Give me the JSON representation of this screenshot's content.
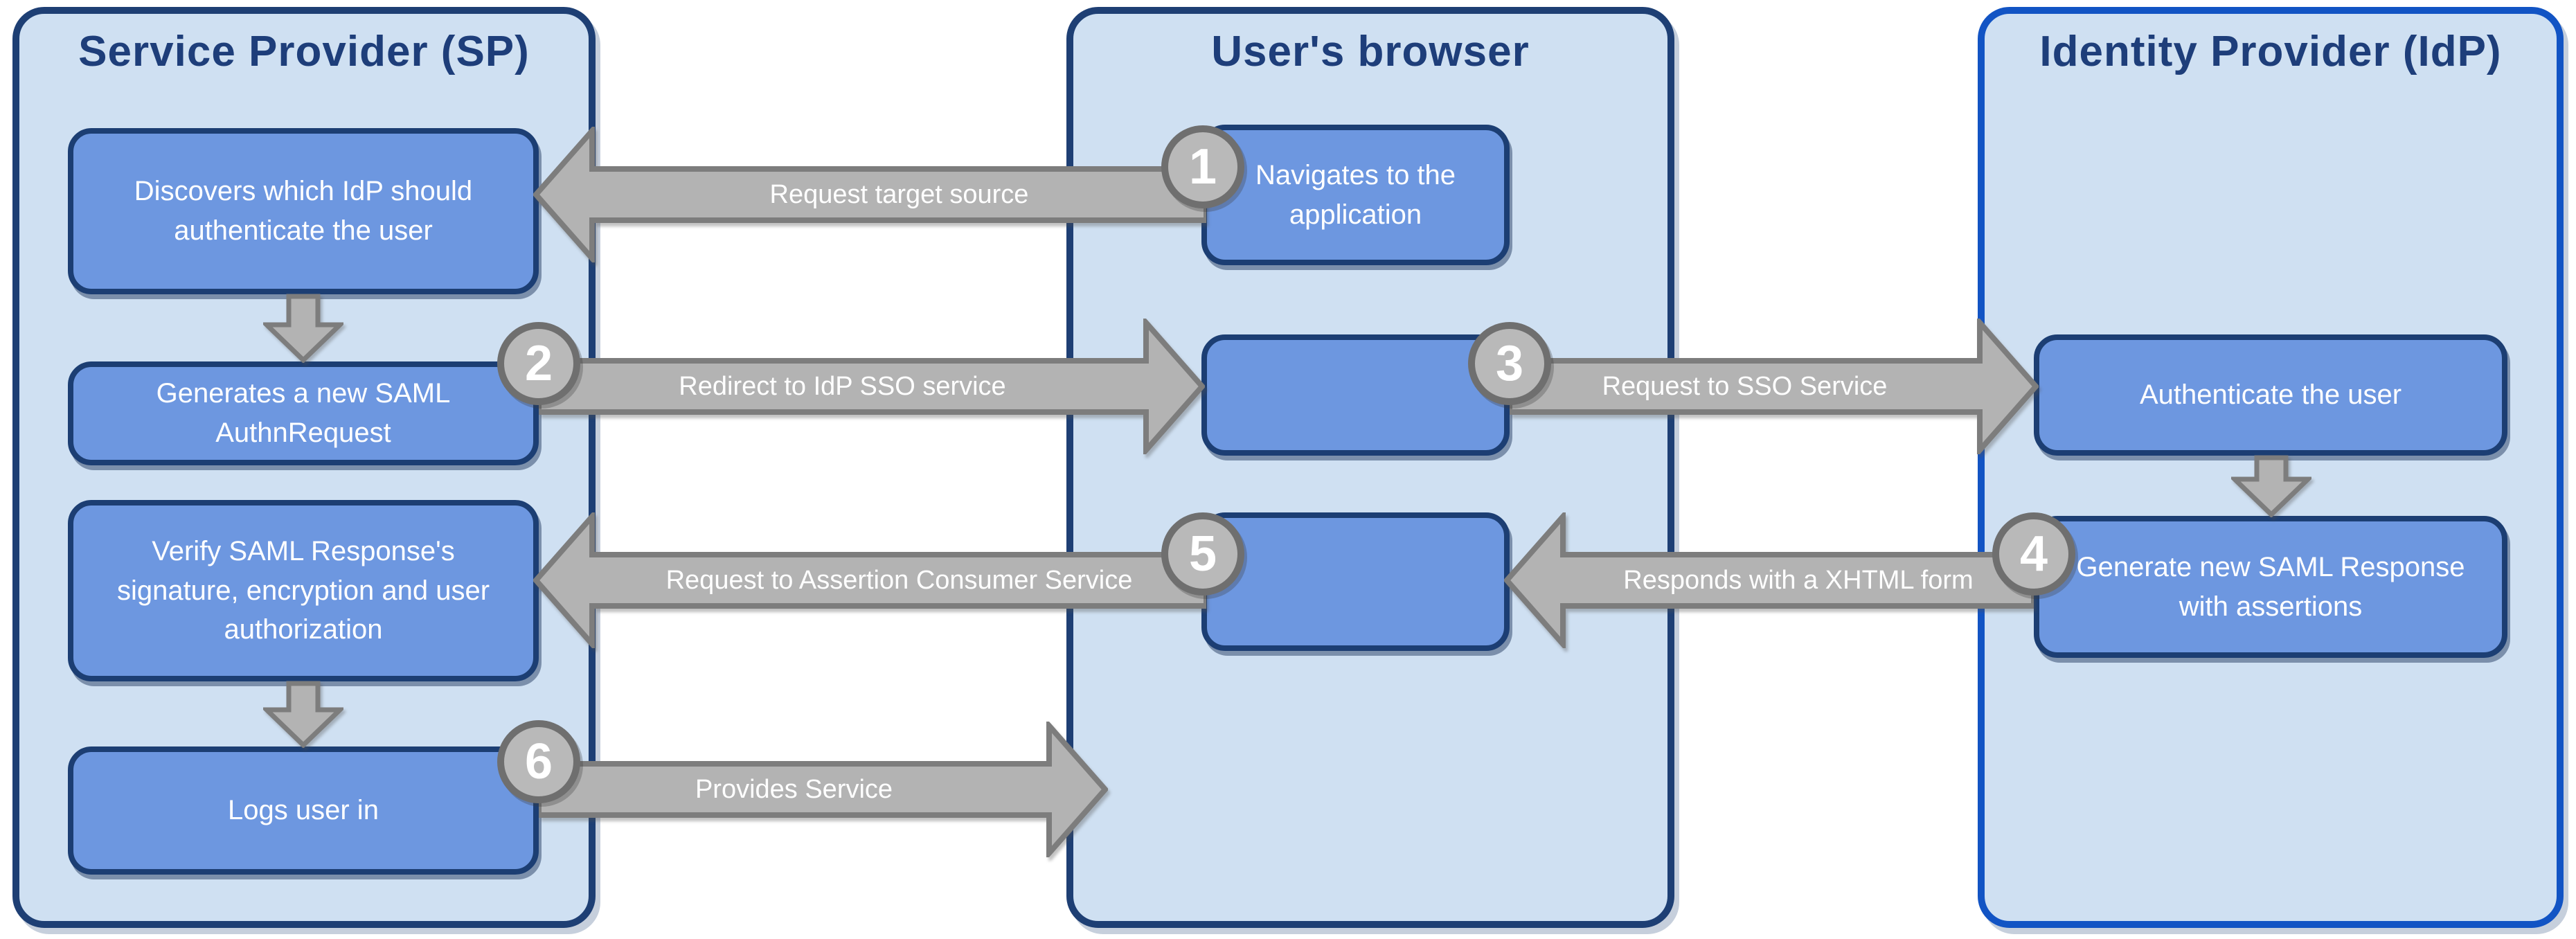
{
  "columns": {
    "sp": {
      "title": "Service Provider (SP)",
      "boxes": {
        "discover": "Discovers which IdP should authenticate the user",
        "generate": "Generates a new SAML AuthnRequest",
        "verify": "Verify SAML Response's signature, encryption and user authorization",
        "login": "Logs user in"
      }
    },
    "browser": {
      "title": "User's browser",
      "boxes": {
        "navigate": "Navigates to the application"
      }
    },
    "idp": {
      "title": "Identity Provider (IdP)",
      "boxes": {
        "authenticate": "Authenticate the user",
        "respond": "Generate new SAML Response with assertions"
      }
    }
  },
  "steps": {
    "s1": {
      "number": "1",
      "label": "Request target source",
      "direction": "left"
    },
    "s2": {
      "number": "2",
      "label": "Redirect to IdP SSO service",
      "direction": "right"
    },
    "s3": {
      "number": "3",
      "label": "Request to SSO Service",
      "direction": "right"
    },
    "s4": {
      "number": "4",
      "label": "Responds with a XHTML form",
      "direction": "left"
    },
    "s5": {
      "number": "5",
      "label": "Request to Assertion Consumer Service",
      "direction": "left"
    },
    "s6": {
      "number": "6",
      "label": "Provides Service",
      "direction": "right"
    }
  },
  "colors": {
    "lane_fill": "#cfe0f2",
    "lane_border": "#1e3f74",
    "idp_lane_border": "#1254c4",
    "box_fill": "#6d97e0",
    "box_border": "#1c3e73",
    "title_text": "#1e3e7a",
    "arrow_fill": "#b3b3b3",
    "arrow_border": "#7d7d7d",
    "circle_fill": "#b9b9b9",
    "circle_border": "#6f6f6f",
    "box_text": "#ffffff"
  }
}
